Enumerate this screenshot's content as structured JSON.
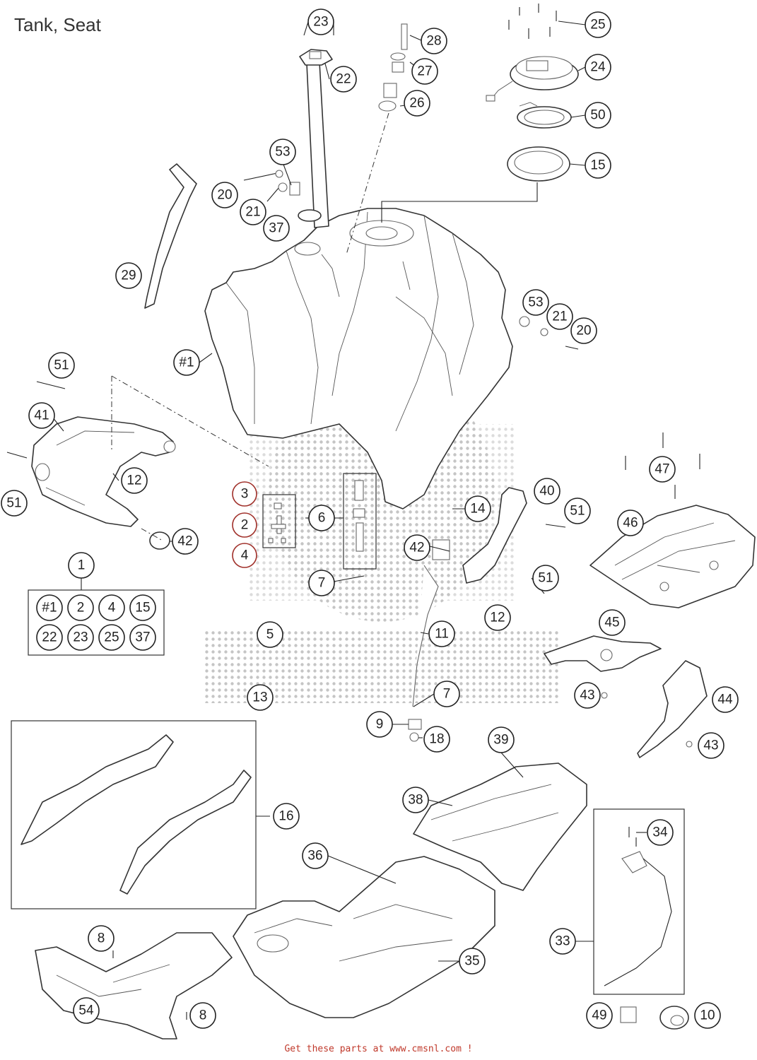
{
  "title": "Tank, Seat",
  "footer": "Get these parts at www.cmsnl.com !",
  "callouts": {
    "c23": "23",
    "c22": "22",
    "c28": "28",
    "c27": "27",
    "c26": "26",
    "c25": "25",
    "c24": "24",
    "c50": "50",
    "c15": "15",
    "c53a": "53",
    "c20a": "20",
    "c21a": "21",
    "c37": "37",
    "c29": "29",
    "c53b": "53",
    "c21b": "21",
    "c20b": "20",
    "c_h1": "#1",
    "c51a": "51",
    "c41": "41",
    "c12a": "12",
    "c51b": "51",
    "c42a": "42",
    "c3": "3",
    "c2": "2",
    "c4": "4",
    "c6": "6",
    "c7a": "7",
    "c14": "14",
    "c40": "40",
    "c51c": "51",
    "c42b": "42",
    "c51d": "51",
    "c12b": "12",
    "c5": "5",
    "c11": "11",
    "c13": "13",
    "c7b": "7",
    "c47": "47",
    "c46": "46",
    "c45": "45",
    "c43a": "43",
    "c44": "44",
    "c43b": "43",
    "c9": "9",
    "c18": "18",
    "c39": "39",
    "c38": "38",
    "c16": "16",
    "c36": "36",
    "c34": "34",
    "c33": "33",
    "c35": "35",
    "c8a": "8",
    "c8b": "8",
    "c54": "54",
    "c49": "49",
    "c10": "10"
  },
  "kit": {
    "label": "1",
    "items": [
      "#1",
      "2",
      "4",
      "15",
      "22",
      "23",
      "25",
      "37"
    ]
  }
}
